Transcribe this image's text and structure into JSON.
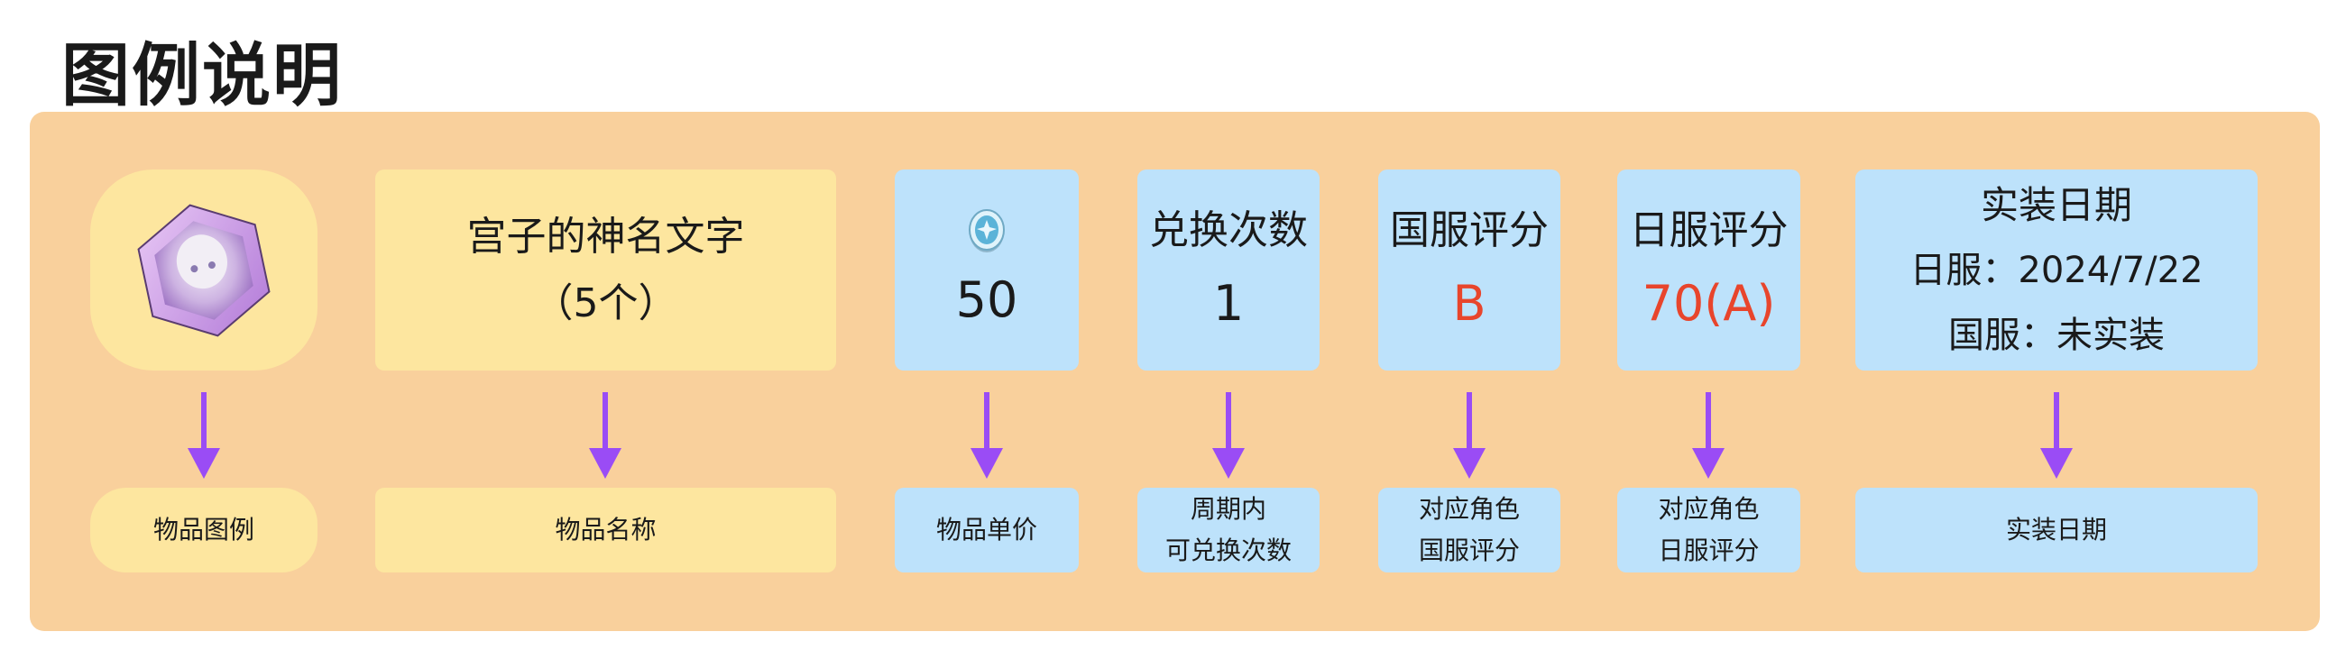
{
  "title": "图例说明",
  "colors": {
    "panel": "#f9d09c",
    "yellow": "#fde69f",
    "blue": "#bde2fb",
    "arrow": "#9a4cf5",
    "rating": "#e8452c"
  },
  "items": [
    {
      "icon": "character-hexagon-portrait-icon",
      "label": "物品图例"
    },
    {
      "name_line1": "宫子的神名文字",
      "name_line2": "（5个）",
      "label": "物品名称"
    },
    {
      "icon": "coin-currency-icon",
      "value": "50",
      "label": "物品单价"
    },
    {
      "header": "兑换次数",
      "value": "1",
      "label_line1": "周期内",
      "label_line2": "可兑换次数"
    },
    {
      "header": "国服评分",
      "value": "B",
      "label_line1": "对应角色",
      "label_line2": "国服评分"
    },
    {
      "header": "日服评分",
      "value": "70(A)",
      "label_line1": "对应角色",
      "label_line2": "日服评分"
    },
    {
      "header": "实装日期",
      "line2": "日服：2024/7/22",
      "line3": "国服：未实装",
      "label": "实装日期"
    }
  ]
}
